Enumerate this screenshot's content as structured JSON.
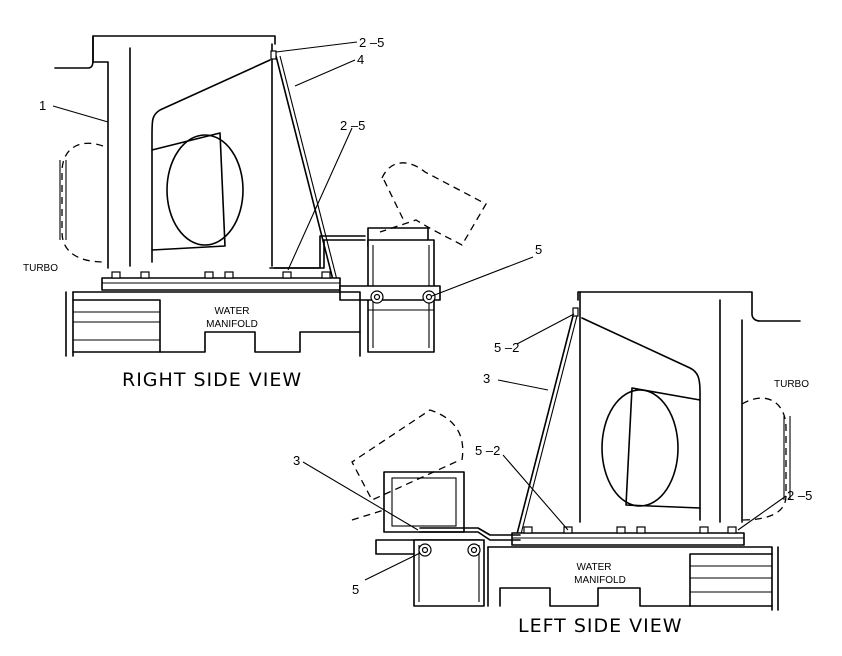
{
  "views": {
    "right": {
      "title": "RIGHT SIDE VIEW",
      "manifold": [
        "WATER",
        "MANIFOLD"
      ],
      "turbo": "TURBO",
      "callouts": [
        "1",
        "2 –5",
        "4",
        "2 –5",
        "5"
      ]
    },
    "left": {
      "title": "LEFT SIDE VIEW",
      "manifold": [
        "WATER",
        "MANIFOLD"
      ],
      "turbo": "TURBO",
      "callouts": [
        "5 –2",
        "3",
        "5 –2",
        "3",
        "2 –5",
        "5"
      ]
    }
  }
}
